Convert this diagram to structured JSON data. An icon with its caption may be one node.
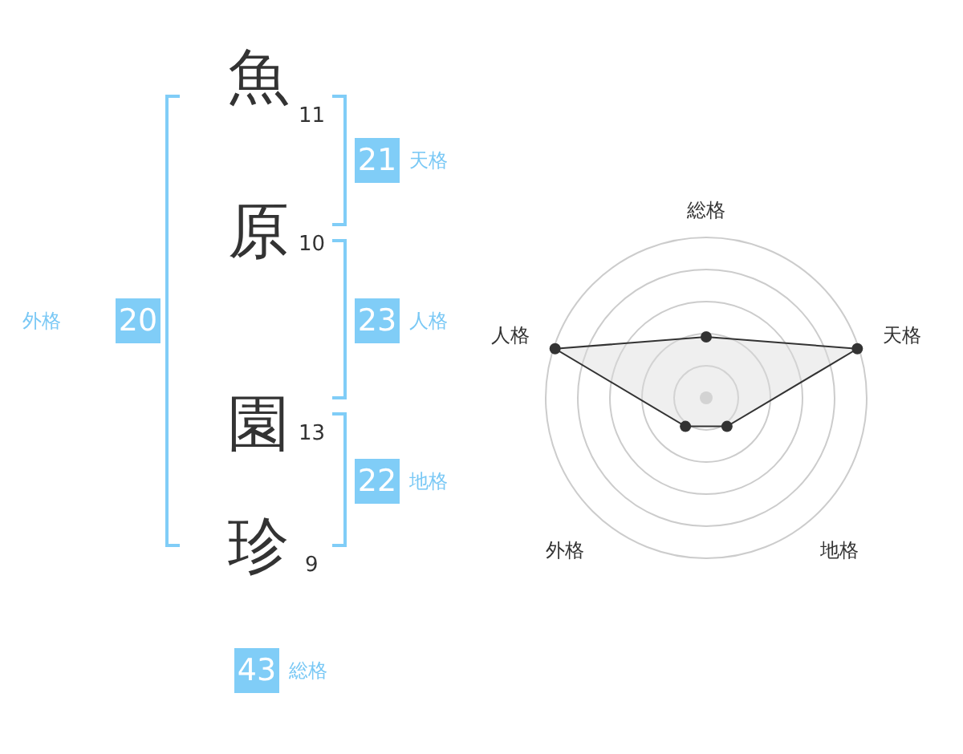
{
  "diagram": {
    "nodes": [
      {
        "text": [
          "21"
        ],
        "beside": [
          "天格"
        ]
      },
      {
        "text": [
          "20"
        ],
        "beside": [
          "外格"
        ]
      },
      {
        "text": [
          "23"
        ],
        "beside": [
          "人格"
        ]
      },
      {
        "text": [
          "22"
        ],
        "beside": [
          "地格"
        ]
      },
      {
        "text": [
          "43"
        ],
        "beside": [
          "総格"
        ]
      }
    ],
    "labels": [
      "魚",
      "11",
      "原",
      "10",
      "園",
      "13",
      "珍",
      "9",
      "総格",
      "人格",
      "天格",
      "外格",
      "地格"
    ]
  }
}
